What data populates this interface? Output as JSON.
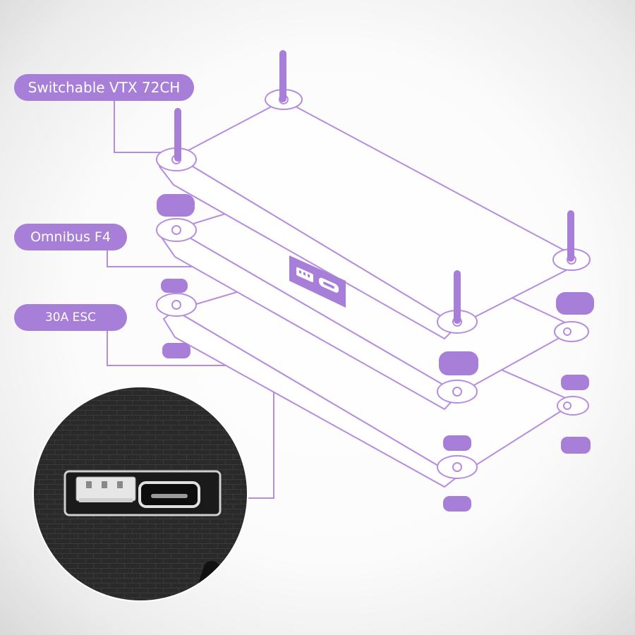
{
  "labels": {
    "vtx": "Switchable VTX 72CH",
    "flight_controller": "Omnibus F4",
    "esc": "30A ESC"
  },
  "colors": {
    "accent": "#a77ed8",
    "outline": "#b58de0",
    "label_text": "#ffffff",
    "inset_dark": "#2e2e2e"
  },
  "icons": {
    "board_connector_icon": "jst-connector-icon",
    "board_usb_icon": "micro-usb-icon",
    "inset_connector": "jst-connector-icon",
    "inset_usb": "micro-usb-icon"
  }
}
